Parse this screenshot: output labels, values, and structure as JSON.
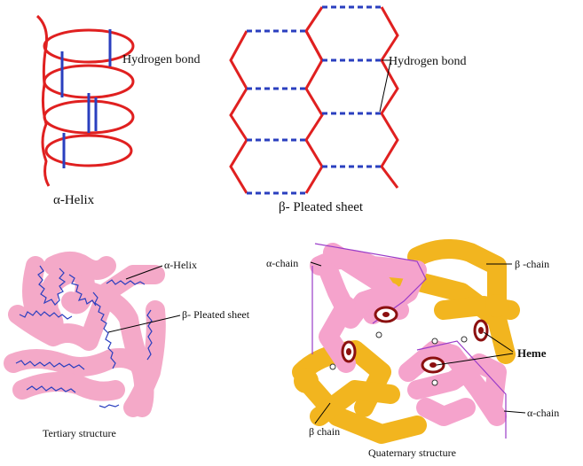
{
  "colors": {
    "helix_red": "#e02020",
    "bond_blue": "#2a3fbf",
    "tertiary_pink": "#f4a9c8",
    "pink_chain": "#f5a3cc",
    "gold_chain": "#f2b51f",
    "heme_dark": "#8b1010"
  },
  "alpha_helix": {
    "bond_label": "Hydrogen bond",
    "name": "α-Helix"
  },
  "pleated_sheet": {
    "bond_label": "Hydrogen bond",
    "name": "β- Pleated sheet"
  },
  "tertiary": {
    "helix_label": "α-Helix",
    "sheet_label": "β- Pleated sheet",
    "caption": "Tertiary structure"
  },
  "quaternary": {
    "alpha_chain_top": "α-chain",
    "beta_chain_top": "β -chain",
    "heme": "Heme",
    "alpha_chain_bottom": "α-chain",
    "beta_chain_bottom": "β chain",
    "caption": "Quaternary structure"
  }
}
